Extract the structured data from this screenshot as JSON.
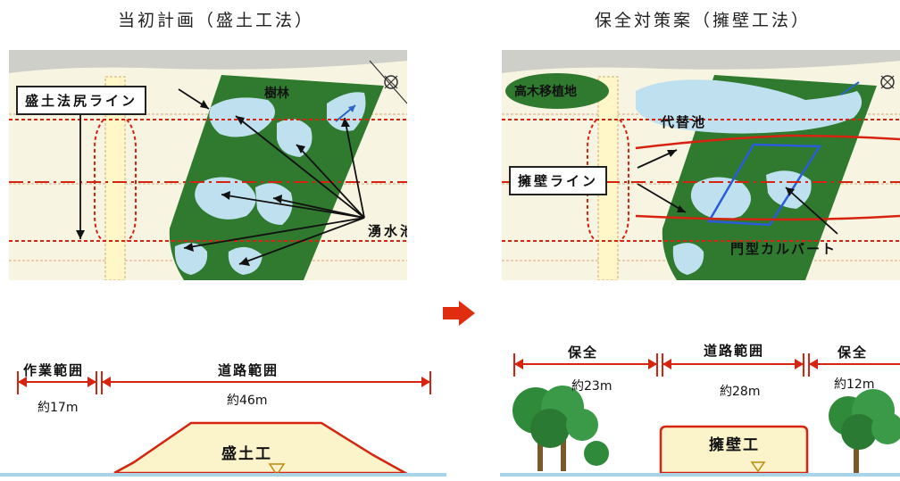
{
  "titles": {
    "left": "当初計画（盛土工法）",
    "right": "保全対策案（擁壁工法）"
  },
  "left_plan": {
    "forest": "樹林",
    "callout": "盛土法尻ライン",
    "ponds": "湧水池"
  },
  "right_plan": {
    "tall_tree": "高木移植地",
    "alt_pond": "代替池",
    "callout": "擁壁ライン",
    "culvert": "門型カルバート"
  },
  "left_section": {
    "work_range": "作業範囲",
    "road_range": "道路範囲",
    "work_width": "約17m",
    "road_width": "約46m",
    "structure": "盛土工"
  },
  "right_section": {
    "preserve_left": "保全",
    "road_range": "道路範囲",
    "preserve_right": "保全",
    "left_width": "約23m",
    "road_width": "約28m",
    "right_width": "約12m",
    "structure": "擁壁工"
  },
  "colors": {
    "forest": "#2f7a2f",
    "pond": "#bfe0ee",
    "line_red": "#d62410",
    "fill_cream": "#fbf3c9"
  }
}
